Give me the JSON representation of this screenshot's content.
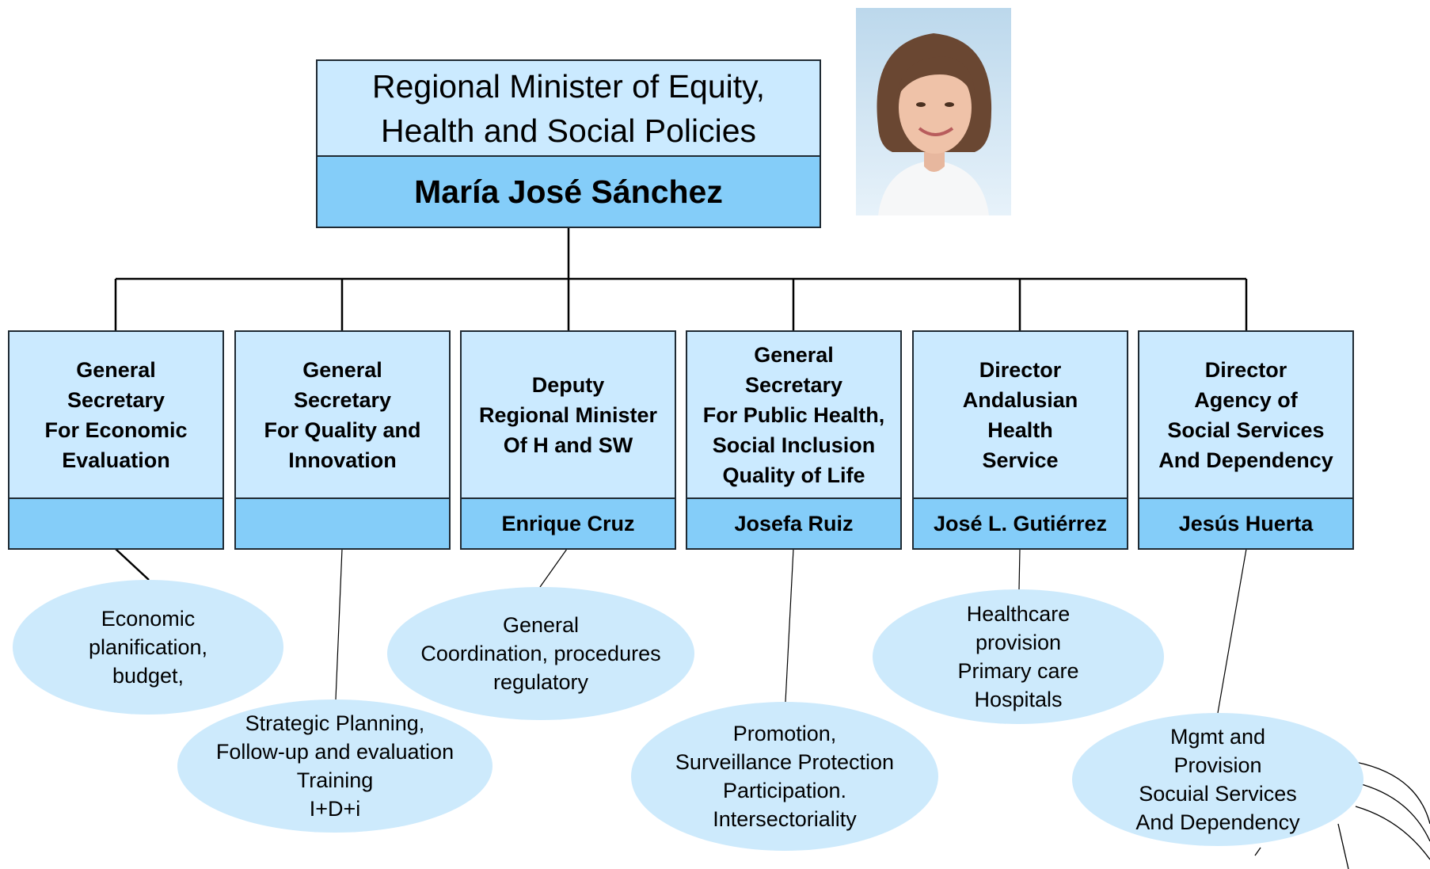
{
  "top": {
    "title": "Regional Minister of Equity,\nHealth and Social Policies",
    "name": "María José Sánchez"
  },
  "departments": [
    {
      "title": "General\nSecretary\nFor Economic\nEvaluation",
      "name": "",
      "description": "Economic\nplanification,\nbudget,"
    },
    {
      "title": "General\nSecretary\nFor Quality and\nInnovation",
      "name": "",
      "description": "Strategic Planning,\nFollow-up and evaluation\nTraining\nI+D+i"
    },
    {
      "title": "Deputy\nRegional Minister\nOf H and SW\n",
      "name": "Enrique Cruz",
      "description": "General\nCoordination, procedures\nregulatory"
    },
    {
      "title": "General\nSecretary\nFor Public Health,\nSocial Inclusion\nQuality of Life",
      "name": "Josefa Ruiz",
      "description": "Promotion,\nSurveillance Protection\nParticipation.\nIntersectoriality"
    },
    {
      "title": "Director\nAndalusian\nHealth\nService",
      "name": "José L. Gutiérrez",
      "description": "Healthcare\nprovision\nPrimary care\nHospitals"
    },
    {
      "title": "Director\nAgency of\nSocial Services\nAnd Dependency",
      "name": "Jesús Huerta",
      "description": "Mgmt  and\nProvision\nSocuial Services\nAnd Dependency"
    }
  ],
  "colors": {
    "box_light": "#cbeaff",
    "box_name": "#84cdf9",
    "ellipse": "#cdeafc",
    "line": "#000000"
  }
}
